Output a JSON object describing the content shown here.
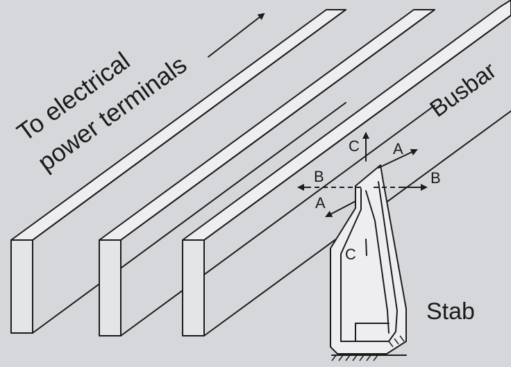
{
  "labels": {
    "terminals_line1": "To electrical",
    "terminals_line2": "power terminals",
    "busbar": "Busbar",
    "stab": "Stab",
    "c_top": "C",
    "c_lower": "C",
    "a_upper": "A",
    "a_lower": "A",
    "b_left": "B",
    "b_right": "B"
  },
  "colors": {
    "ink": "#1b1b1b",
    "paper": "#d6d7da",
    "bar_face": "#e4e5e7"
  }
}
